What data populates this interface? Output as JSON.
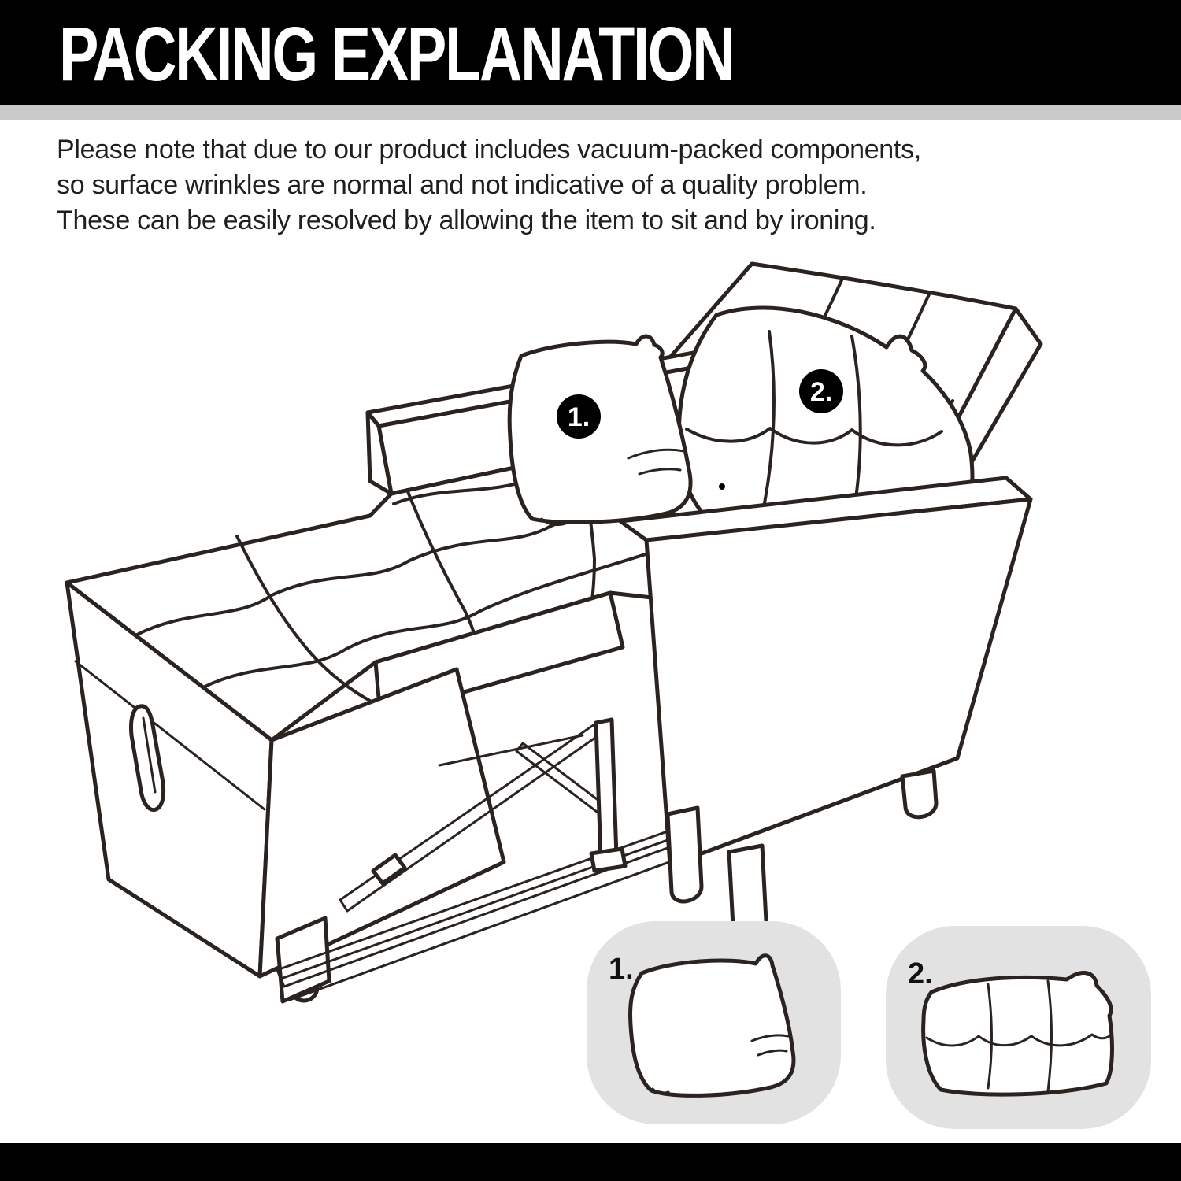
{
  "header": {
    "title": "PACKING EXPLANATION"
  },
  "notice": {
    "line1": "Please note that due to our product includes vacuum-packed components,",
    "line2": "so surface wrinkles are normal and not indicative of a quality problem.",
    "line3": "These can be easily resolved by allowing the item to sit and by ironing."
  },
  "diagram": {
    "pillow1_label": "1.",
    "pillow2_label": "2."
  },
  "legend": {
    "card1_label": "1.",
    "card2_label": "2."
  },
  "colors": {
    "header_bg": "#000000",
    "header_text": "#ffffff",
    "divider": "#c9c9c9",
    "line": "#2a2320",
    "card_bg": "#e2e2e2",
    "badge_bg": "#000000",
    "badge_text": "#ffffff",
    "footer_bg": "#000000"
  }
}
